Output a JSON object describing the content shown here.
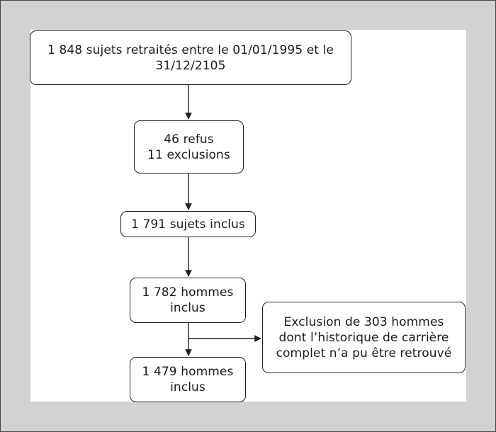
{
  "flowchart": {
    "start": {
      "line1": "1 848 sujets retraités entre le 01/01/1995 et le",
      "line2": "31/12/2105"
    },
    "refusals": {
      "line1": "46 refus",
      "line2": "11 exclusions"
    },
    "included_subjects": {
      "line1": "1 791 sujets inclus"
    },
    "included_men": {
      "line1": "1 782 hommes",
      "line2": "inclus"
    },
    "final_men": {
      "line1": "1 479 hommes",
      "line2": "inclus"
    },
    "exclusion": {
      "line1": "Exclusion de 303 hommes",
      "line2": "dont l’historique de carrière",
      "line3": "complet n’a pu être retrouvé"
    }
  },
  "colors": {
    "frame_background": "#d1d2d4",
    "canvas_background": "#ffffff",
    "stroke": "#222222"
  }
}
